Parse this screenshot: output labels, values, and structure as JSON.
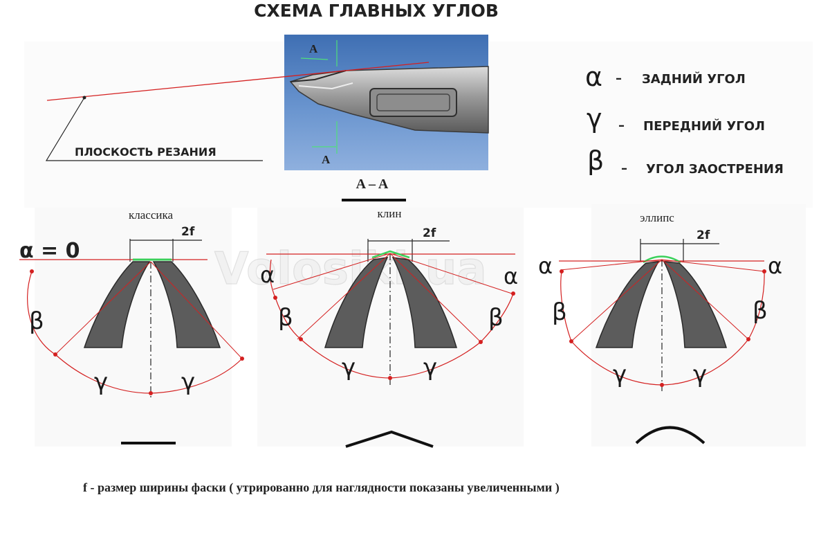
{
  "title": "СХЕМА ГЛАВНЫХ УГЛОВ",
  "cutting_plane_label": "ПЛОСКОСТЬ  РЕЗАНИЯ",
  "photo": {
    "marker_top": "A",
    "marker_bottom": "A",
    "section_label": "A – A"
  },
  "legend": [
    {
      "symbol": "α",
      "label": "ЗАДНИЙ   УГОЛ"
    },
    {
      "symbol": "γ",
      "label": "ПЕРЕДНИЙ  УГОЛ"
    },
    {
      "symbol": "β",
      "label": "УГОЛ   ЗАОСТРЕНИЯ"
    }
  ],
  "profiles": [
    {
      "name": "классика",
      "width_label": "2f",
      "alpha_label": "α = 0",
      "beta": "β",
      "gamma": "γ"
    },
    {
      "name": "клин",
      "width_label": "2f",
      "alpha": "α",
      "beta": "β",
      "gamma": "γ"
    },
    {
      "name": "эллипс",
      "width_label": "2f",
      "alpha": "α",
      "beta": "β",
      "gamma": "γ"
    }
  ],
  "watermark": "Volosiki.ua",
  "footnote_symbol": "f",
  "footnote": " - размер ширины фаски ( утрированно для наглядности показаны  увеличенными )",
  "colors": {
    "construction_lines": "#d42020",
    "edge_highlight": "#3bd05a",
    "photo_bg": "#5b88c4"
  }
}
